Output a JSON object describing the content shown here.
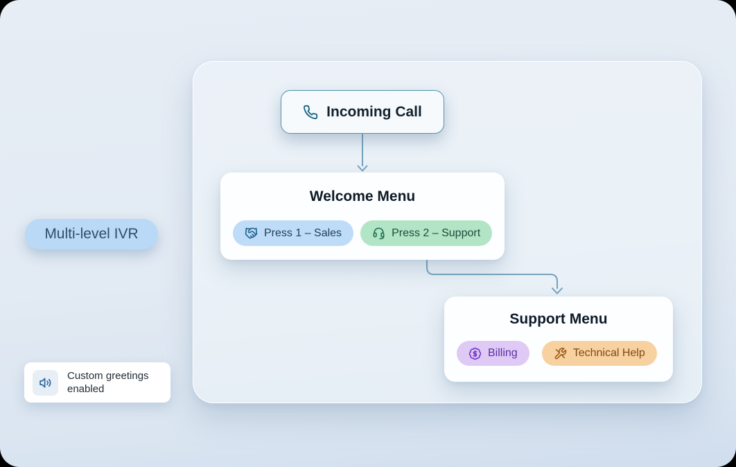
{
  "badge": {
    "label": "Multi-level IVR"
  },
  "note": {
    "text": "Custom greetings enabled",
    "icon": "speaker-volume"
  },
  "flow": {
    "incoming_call": {
      "label": "Incoming Call",
      "icon": "phone"
    },
    "welcome_menu": {
      "title": "Welcome Menu",
      "options": [
        {
          "label": "Press 1 – Sales",
          "icon": "handshake",
          "bg": "#bedcf8",
          "text_color": "#1e4257"
        },
        {
          "label": "Press 2 – Support",
          "icon": "headset",
          "bg": "#b2e4c6",
          "text_color": "#1d4c3a"
        }
      ]
    },
    "support_menu": {
      "title": "Support Menu",
      "options": [
        {
          "label": "Billing",
          "icon": "badge-dollar",
          "bg": "#decaf5",
          "text_color": "#5c2ea4"
        },
        {
          "label": "Technical Help",
          "icon": "crossed-tools",
          "bg": "#f8d1a0",
          "text_color": "#7f4814"
        }
      ]
    }
  },
  "colors": {
    "page_background": "#e2eaf3",
    "panel_border": "#ffffff",
    "incoming_border": "#4f91ab",
    "connector": "#74a3bc",
    "card_background": "#fdfeff",
    "badge_background": "#b9d9f6"
  }
}
